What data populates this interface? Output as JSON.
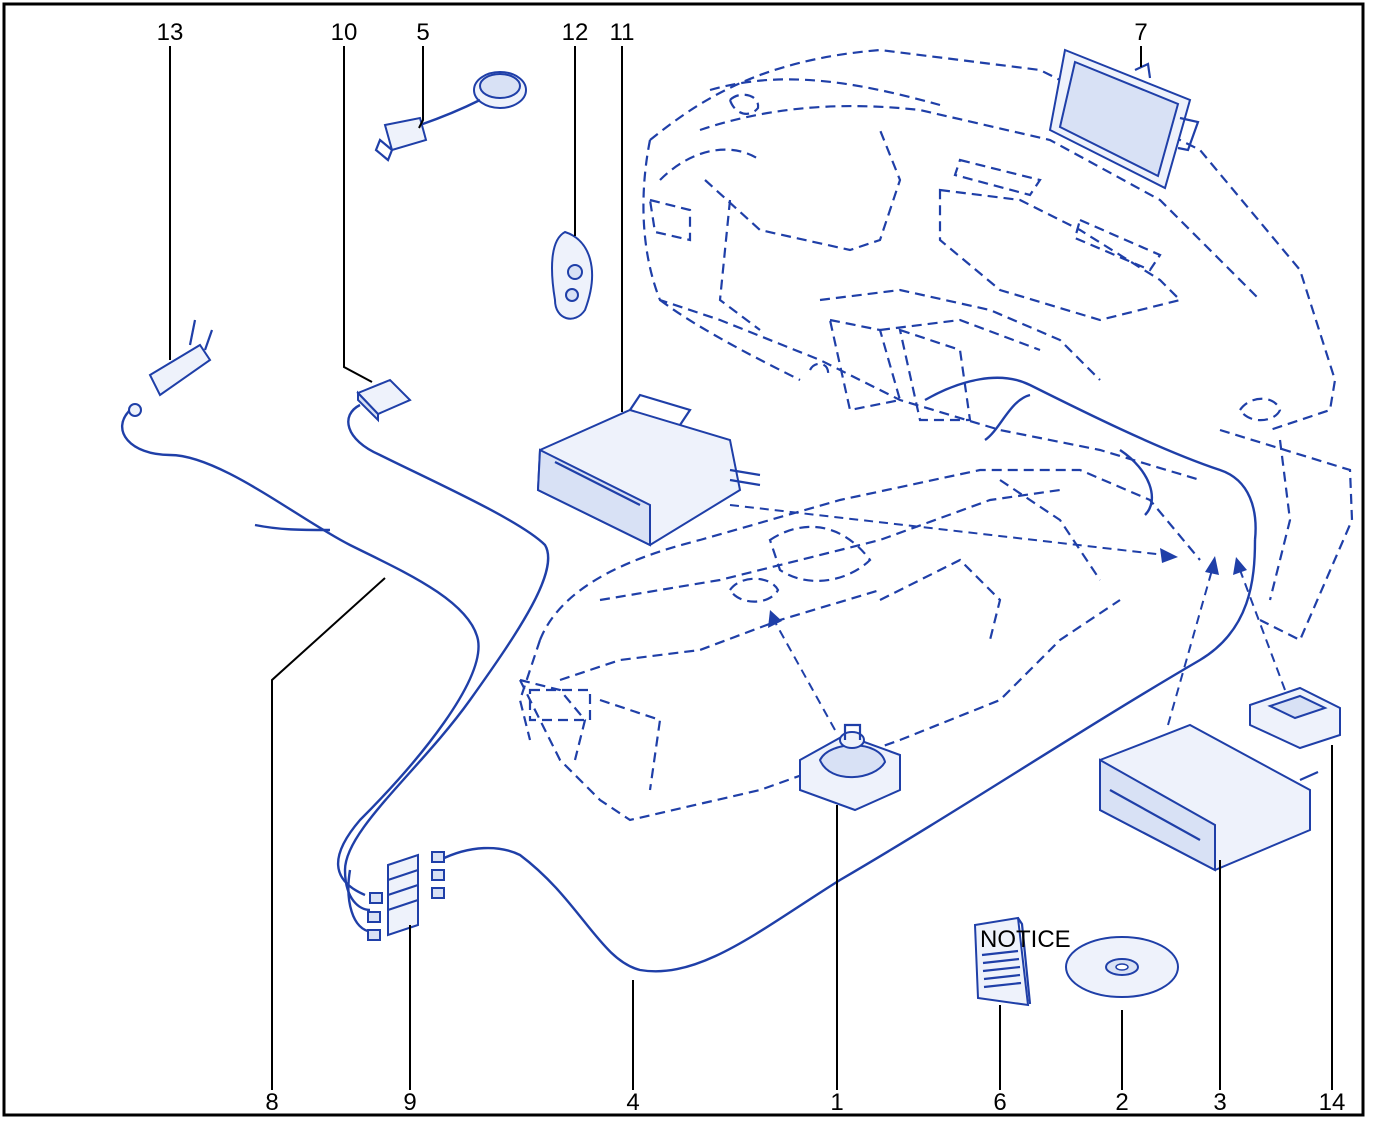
{
  "callouts": {
    "c13": "13",
    "c10": "10",
    "c5": "5",
    "c12": "12",
    "c11": "11",
    "c7": "7",
    "c8": "8",
    "c9": "9",
    "c4": "4",
    "c1": "1",
    "c6": "6",
    "c2": "2",
    "c3": "3",
    "c14": "14"
  },
  "booklet": {
    "title": "NOTICE"
  },
  "colors": {
    "line": "#1f3fa8",
    "frame": "#000000",
    "background": "#ffffff"
  }
}
